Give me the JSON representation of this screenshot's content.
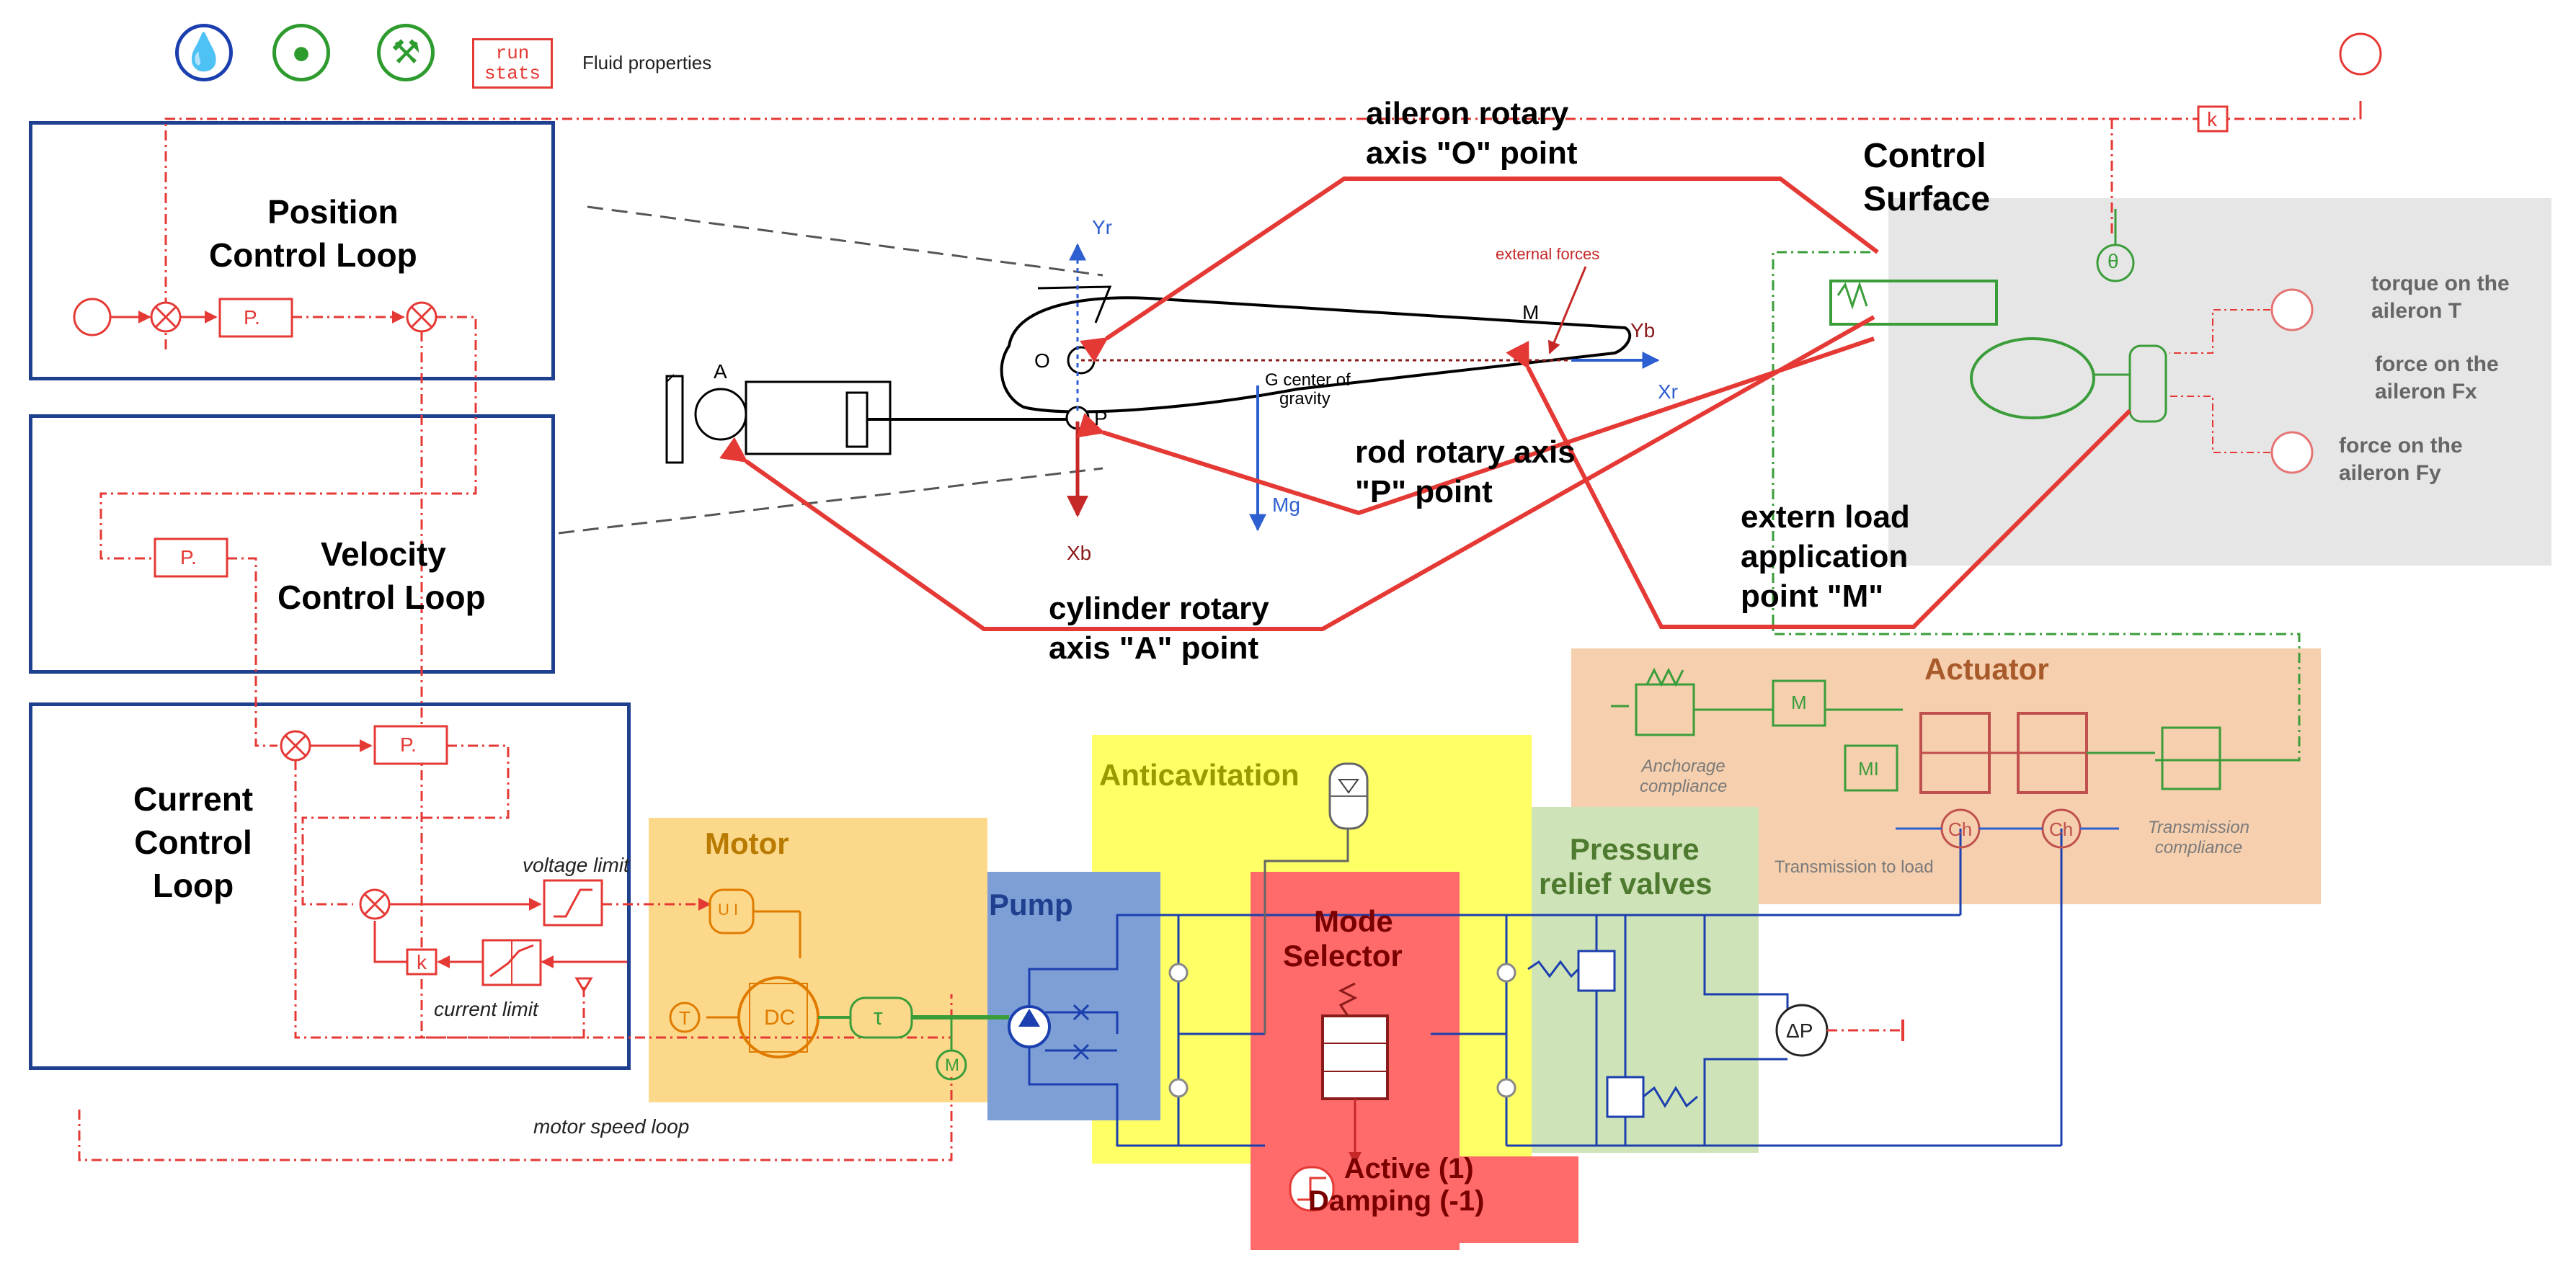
{
  "toolbar": {
    "fluid_properties": "Fluid properties",
    "run_stats_line1": "run",
    "run_stats_line2": "stats"
  },
  "loops": {
    "position": [
      "Position",
      "Control Loop"
    ],
    "velocity": [
      "Velocity",
      "Control Loop"
    ],
    "current": [
      "Current",
      "Control",
      "Loop"
    ]
  },
  "blocks": {
    "gain_label": "P.",
    "k_label": "k",
    "voltage_limit": "voltage limit",
    "current_limit": "current limit",
    "motor_speed_loop": "motor speed loop"
  },
  "aileron": {
    "point_o": [
      "aileron rotary",
      "axis \"O\" point"
    ],
    "point_p": [
      "rod rotary axis",
      "\"P\" point"
    ],
    "point_a": [
      "cylinder rotary",
      "axis \"A\" point"
    ],
    "point_m": [
      "extern load",
      "application",
      "point \"M\""
    ],
    "control_surface": [
      "Control",
      "Surface"
    ],
    "external_forces": "external forces",
    "center_of_gravity": [
      "G center of",
      "gravity"
    ],
    "axis_yr": "Yr",
    "axis_xr": "Xr",
    "axis_yb": "Yb",
    "axis_xb": "Xb",
    "mg": "Mg",
    "letter_a": "A",
    "letter_o": "O",
    "letter_p": "P",
    "letter_m": "M"
  },
  "torques": {
    "torque": [
      "torque on the",
      "aileron T"
    ],
    "force_fx": [
      "force on the",
      "aileron Fx"
    ],
    "force_fy": [
      "force on the",
      "aileron Fy"
    ]
  },
  "regions": {
    "motor": "Motor",
    "pump": "Pump",
    "anticavitation": "Anticavitation",
    "mode_selector": [
      "Mode",
      "Selector"
    ],
    "mode_values": [
      "Active (1)",
      "Damping (-1)"
    ],
    "pressure_relief": [
      "Pressure",
      "relief valves"
    ],
    "actuator": "Actuator",
    "anchorage": [
      "Anchorage",
      "compliance"
    ],
    "transmission_load": "Transmission to load",
    "transmission_compliance": [
      "Transmission",
      "compliance"
    ]
  },
  "symbols": {
    "dc": "DC",
    "m_motor": "M",
    "t": "T",
    "tau": "τ",
    "ui": "U I",
    "delta_p": "ΔP",
    "ch": "Ch",
    "mi": "MI",
    "theta": "θ"
  },
  "colors": {
    "red": "#e53935",
    "blue_frame": "#1f3f8f",
    "motor_fill": "#fcd98a",
    "pump_fill": "#7e9fd6",
    "anticav_fill": "#ffff66",
    "mode_fill": "#ff6b6b",
    "relief_fill": "#cfe3b8",
    "actuator_fill": "#f6cfae",
    "control_fill": "#e6e6e6",
    "green": "#3a9d3a"
  }
}
